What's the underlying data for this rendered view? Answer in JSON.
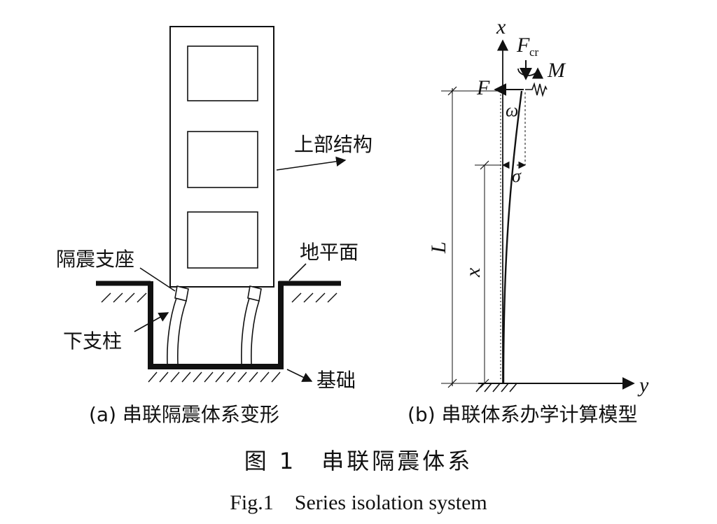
{
  "panel_a": {
    "labels": {
      "superstructure": "上部结构",
      "isolation_bearing": "隔震支座",
      "ground_level": "地平面",
      "lower_column": "下支柱",
      "foundation": "基础"
    },
    "caption": "(a) 串联隔震体系变形"
  },
  "panel_b": {
    "symbols": {
      "x_axis": "x",
      "y_axis": "y",
      "axial_force": "F",
      "axial_force_sub": "cr",
      "moment": "M",
      "lateral_force": "F",
      "rotation": "ω",
      "deflection": "σ",
      "length": "L",
      "height": "x"
    },
    "caption": "(b) 串联体系办学计算模型"
  },
  "figure": {
    "title_cn": "图 1　串联隔震体系",
    "title_en": "Fig.1　Series isolation system"
  },
  "colors": {
    "ink": "#111111",
    "background": "#ffffff"
  }
}
